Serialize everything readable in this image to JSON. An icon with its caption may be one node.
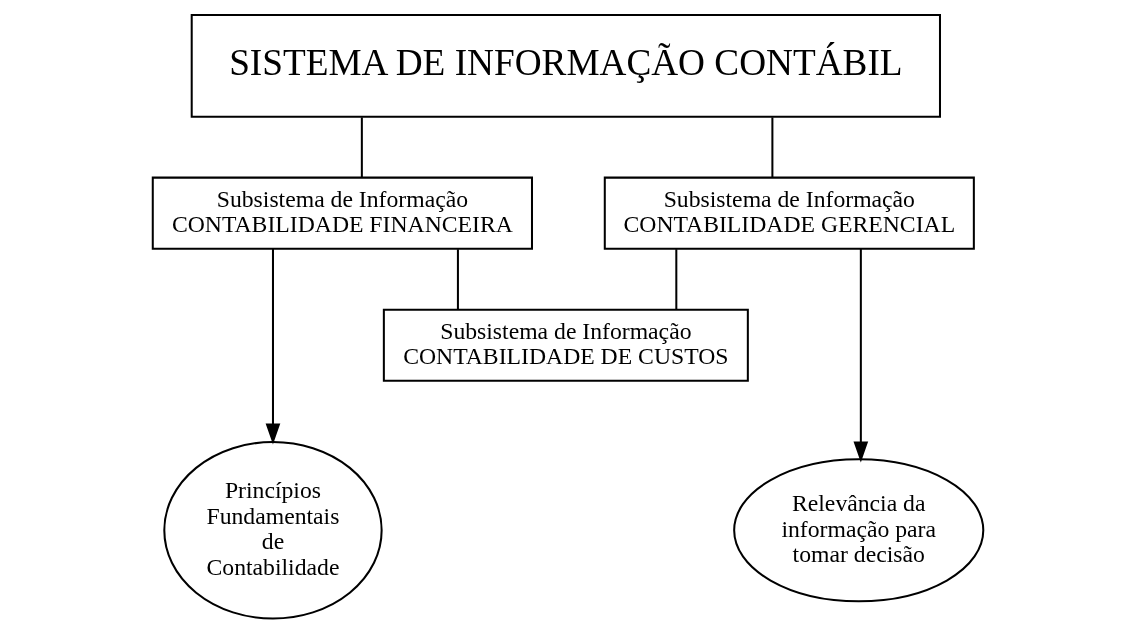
{
  "diagram": {
    "nodes": [
      {
        "text": [
          "SISTEMA DE INFORMAÇÃO CONTÁBIL"
        ]
      },
      {
        "text": [
          "Subsistema de Informação",
          "CONTABILIDADE FINANCEIRA"
        ]
      },
      {
        "text": [
          "Subsistema de Informação",
          "CONTABILIDADE GERENCIAL"
        ]
      },
      {
        "text": [
          "Subsistema de Informação",
          "CONTABILIDADE DE CUSTOS"
        ]
      },
      {
        "text": [
          "Princípios Fundamentais de Contabilidade"
        ]
      },
      {
        "text": [
          "Relevância da informação para tomar decisão"
        ]
      }
    ],
    "edges": [
      {
        "from": 0,
        "to": 1,
        "arrow": "none"
      },
      {
        "from": 0,
        "to": 2,
        "arrow": "none"
      },
      {
        "from": 1,
        "to": 3,
        "arrow": "none"
      },
      {
        "from": 2,
        "to": 3,
        "arrow": "none"
      },
      {
        "from": 1,
        "to": 4,
        "arrow": "to"
      },
      {
        "from": 2,
        "to": 5,
        "arrow": "to"
      }
    ]
  }
}
